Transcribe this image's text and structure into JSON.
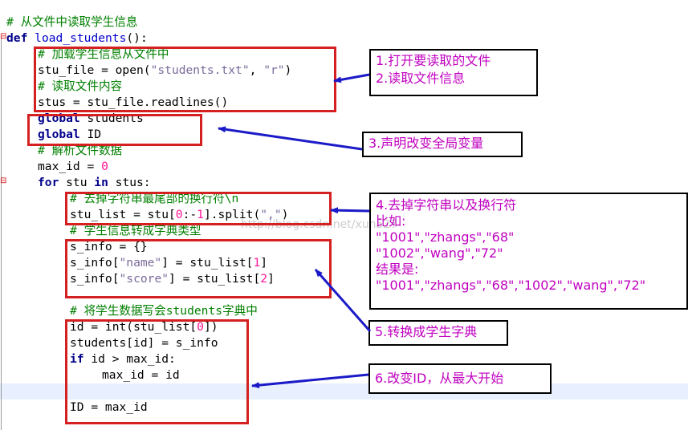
{
  "code": {
    "comment_title": "# 从文件中读取学生信息",
    "def_kw": "def",
    "func_name": "load_students",
    "func_parens": "():",
    "c_load": "# 加载学生信息从文件中",
    "l_open_a": "stu_file = open(",
    "l_open_s1": "\"students.txt\"",
    "l_open_b": ", ",
    "l_open_s2": "\"r\"",
    "l_open_c": ")",
    "c_read": "# 读取文件内容",
    "l_readlines": "stus = stu_file.readlines()",
    "global_kw": "global",
    "global_students": " students",
    "global_id": " ID",
    "c_parse": "# 解析文件数据",
    "l_maxid_a": "max_id = ",
    "l_maxid_n": "0",
    "for_kw": "for",
    "for_mid": " stu ",
    "in_kw": "in",
    "for_end": " stus:",
    "c_strip": "# 去掉字符串最尾部的换行符\\n",
    "l_split_a": "stu_list = stu[",
    "l_split_n1": "0",
    "l_split_b": ":-",
    "l_split_n2": "1",
    "l_split_c": "].split(",
    "l_split_s": "\",\"",
    "l_split_d": ")",
    "c_dict": "# 学生信息转成字典类型",
    "l_sinfo": "s_info = {}",
    "l_name_a": "s_info[",
    "l_name_s": "\"name\"",
    "l_name_b": "] = stu_list[",
    "l_name_n": "1",
    "l_name_c": "]",
    "l_score_a": "s_info[",
    "l_score_s": "\"score\"",
    "l_score_b": "] = stu_list[",
    "l_score_n": "2",
    "l_score_c": "]",
    "c_write": "# 将学生数据写会students字典中",
    "l_id_a": "id = int(stu_list[",
    "l_id_n": "0",
    "l_id_b": "])",
    "l_students": "students[id] = s_info",
    "if_kw": "if",
    "l_if_rest": " id > max_id:",
    "l_assign": "max_id = id",
    "l_final": "ID = max_id"
  },
  "notes": {
    "n1_line1": "1.打开要读取的文件",
    "n1_line2": "2.读取文件信息",
    "n3": "3.声明改变全局变量",
    "n4_line1": "4.去掉字符串以及换行符",
    "n4_line2": "比如:",
    "n4_line3": "\"1001\",\"zhangs\",\"68\"",
    "n4_line4": "\"1002\",\"wang\",\"72\"",
    "n4_line5": "结果是:",
    "n4_line6": "\"1001\",\"zhangs\",\"68\",\"1002\",\"wang\",\"72\"",
    "n5": "5.转换成学生字典",
    "n6": "6.改变ID，从最大开始"
  },
  "watermark": "http://blog.csdn.net/xun527",
  "colors": {
    "box_red": "#d42020",
    "arrow_blue": "#1a1ac8",
    "note_text": "#c000c0",
    "comment_green": "#008000",
    "keyword_navy": "#00008b"
  }
}
